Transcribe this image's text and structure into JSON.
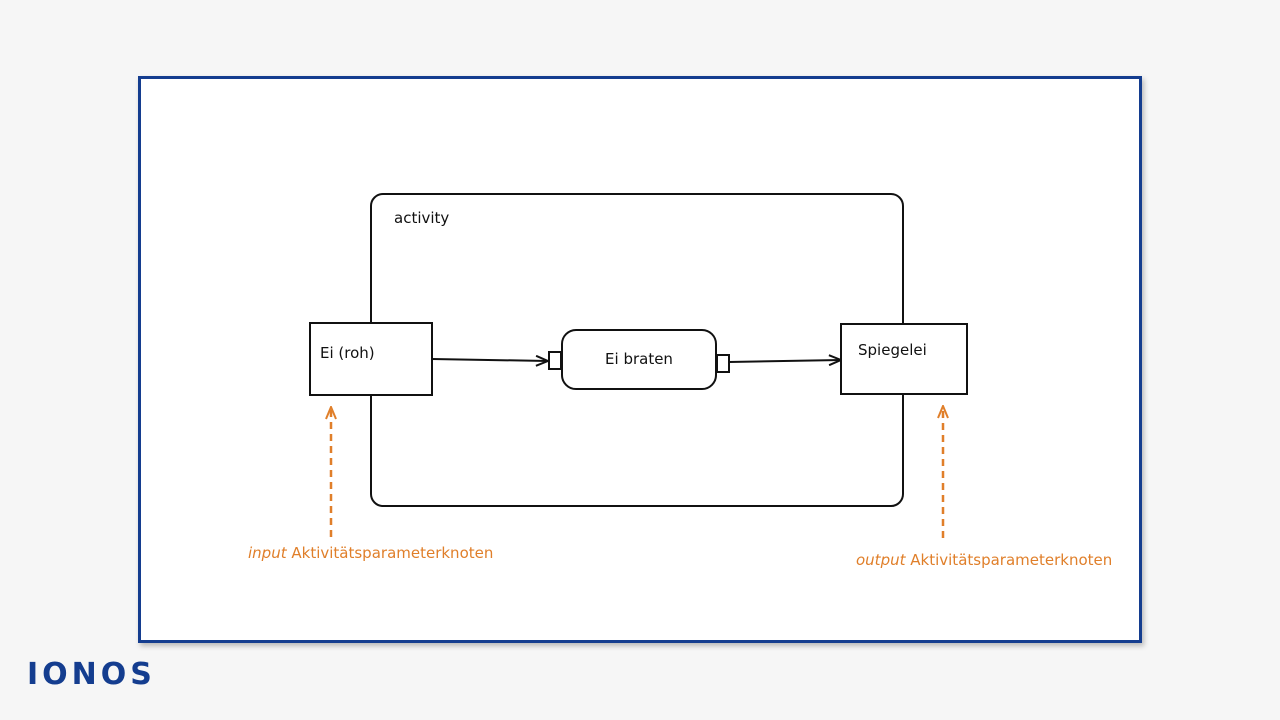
{
  "diagram": {
    "activity_label": "activity",
    "input_node_label": "Ei (roh)",
    "action_label": "Ei braten",
    "output_node_label": "Spiegelei",
    "input_annotation": {
      "emphasis": "input",
      "text": "Aktivitätsparameterknoten"
    },
    "output_annotation": {
      "emphasis": "output",
      "text": "Aktivitätsparameterknoten"
    }
  },
  "brand": {
    "logo_text": "IONOS"
  },
  "colors": {
    "frame_border": "#143d8f",
    "annotation": "#e07f2a",
    "logo": "#143d8f"
  }
}
